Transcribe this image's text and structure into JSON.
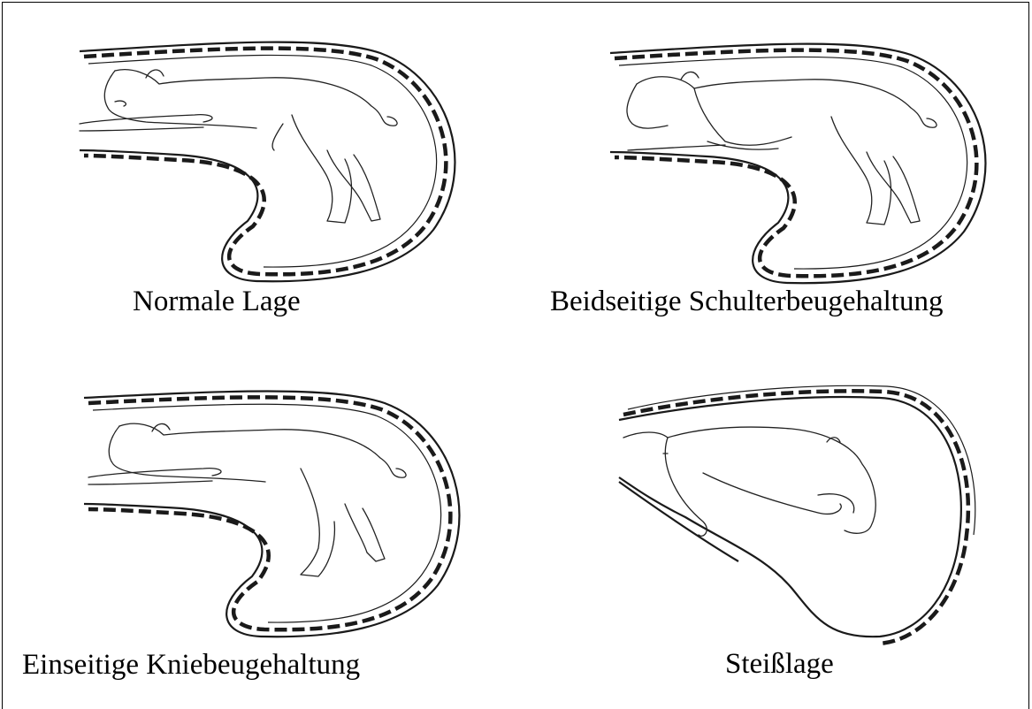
{
  "figure": {
    "panels": [
      {
        "caption": "Normale Lage"
      },
      {
        "caption": "Beidseitige Schulterbeugehaltung"
      },
      {
        "caption": "Einseitige Kniebeugehaltung"
      },
      {
        "caption": "Steißlage"
      }
    ]
  },
  "colors": {
    "line": "#222222",
    "background": "#ffffff",
    "border": "#000000"
  }
}
